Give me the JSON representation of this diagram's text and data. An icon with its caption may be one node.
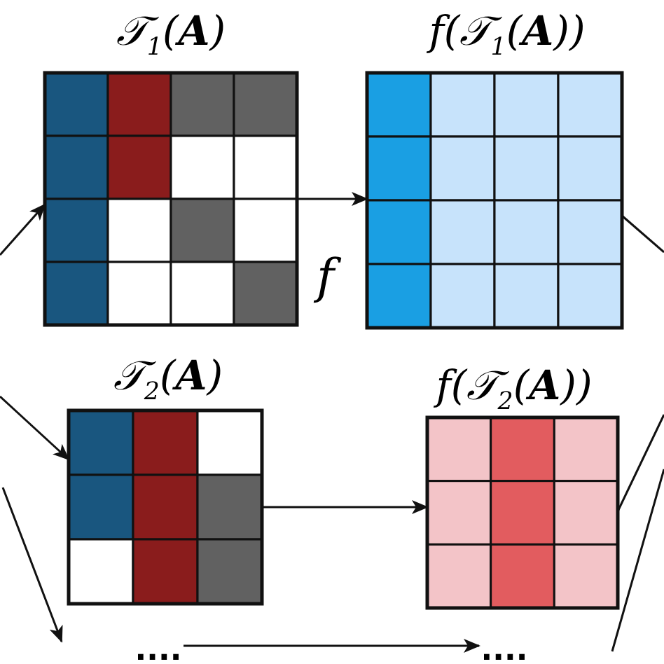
{
  "diagram": {
    "nodes": [
      {
        "text": [
          "𝒯$_{1}$(**A**)"
        ]
      },
      {
        "text": [
          "f(𝒯$_{1}$(**A**))"
        ]
      },
      {
        "text": [
          "𝒯$_{2}$(**A**)"
        ]
      },
      {
        "text": [
          "f(𝒯$_{2}$(**A**))"
        ]
      },
      {
        "text": [
          "...."
        ]
      },
      {
        "text": [
          "...."
        ]
      }
    ],
    "edges": [
      {
        "from": 0,
        "to": 1,
        "arrow": "to"
      },
      {
        "from": 2,
        "to": 3,
        "arrow": "to"
      },
      {
        "from": 4,
        "to": 5,
        "arrow": "to"
      },
      {
        "from": null,
        "to": 0,
        "arrow": "to"
      },
      {
        "from": null,
        "to": 2,
        "arrow": "to"
      },
      {
        "from": 1,
        "to": null,
        "arrow": "none"
      },
      {
        "from": 3,
        "to": null,
        "arrow": "none"
      }
    ],
    "labels": [
      "f"
    ]
  }
}
